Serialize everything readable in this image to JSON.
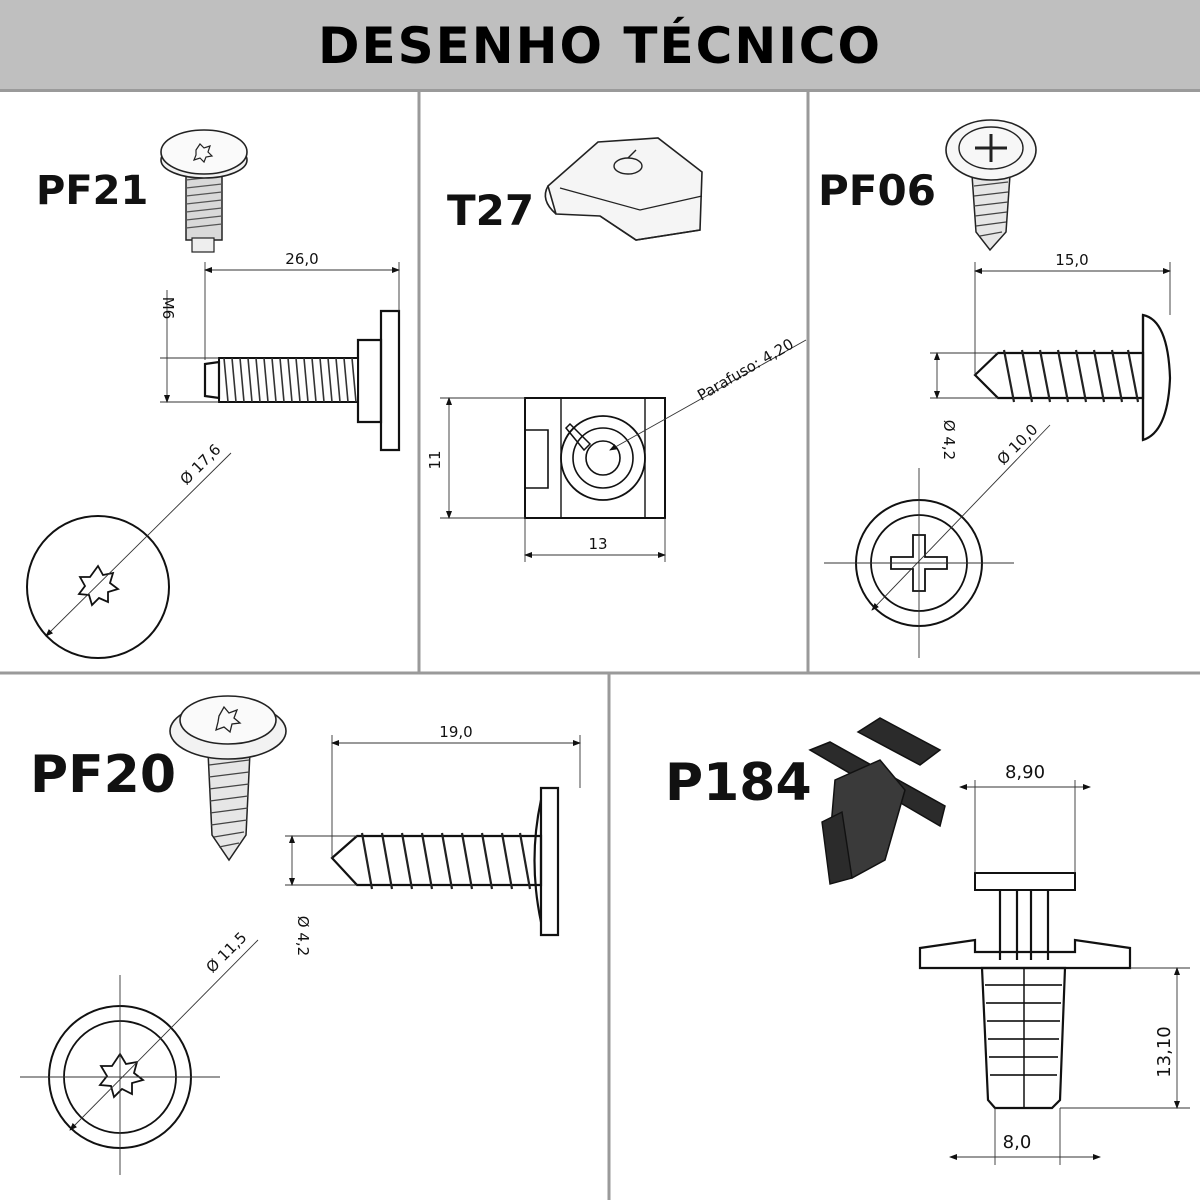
{
  "title": "DESENHO TÉCNICO",
  "panels": {
    "pf21": {
      "label": "PF21",
      "dim_length": "26,0",
      "dim_thread": "M6",
      "dim_head_diameter": "Ø 17,6"
    },
    "t27": {
      "label": "T27",
      "dim_screw": "Parafuso: 4,20",
      "dim_height": "11",
      "dim_width": "13"
    },
    "pf06": {
      "label": "PF06",
      "dim_length": "15,0",
      "dim_shank": "Ø 4,2",
      "dim_head_diameter": "Ø 10,0"
    },
    "pf20": {
      "label": "PF20",
      "dim_length": "19,0",
      "dim_shank": "Ø 4,2",
      "dim_head_diameter": "Ø 11,5"
    },
    "p184": {
      "label": "P184",
      "dim_top": "8,90",
      "dim_height": "13,10",
      "dim_bottom": "8,0"
    }
  },
  "colors": {
    "header_bg": "#bfbfbf",
    "divider": "#9a9a9a",
    "ink": "#111111",
    "part_fill": "#2b2b2b"
  }
}
